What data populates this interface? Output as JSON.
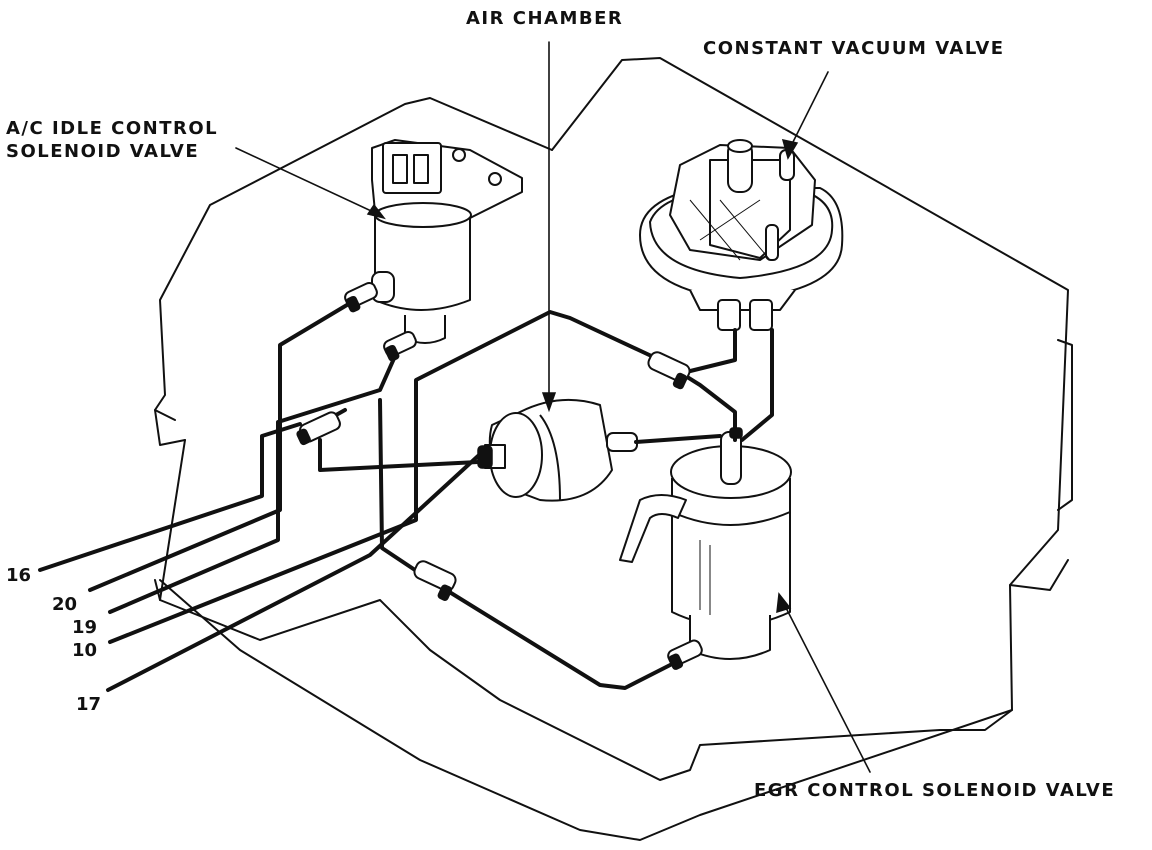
{
  "labels": {
    "air_chamber": "AIR CHAMBER",
    "constant_vacuum_valve": "CONSTANT VACUUM VALVE",
    "ac_idle_line1": "A/C IDLE CONTROL",
    "ac_idle_line2": "SOLENOID VALVE",
    "egr_control": "EGR CONTROL SOLENOID VALVE"
  },
  "hose_numbers": {
    "n16": "16",
    "n20": "20",
    "n19": "19",
    "n10": "10",
    "n17": "17"
  }
}
